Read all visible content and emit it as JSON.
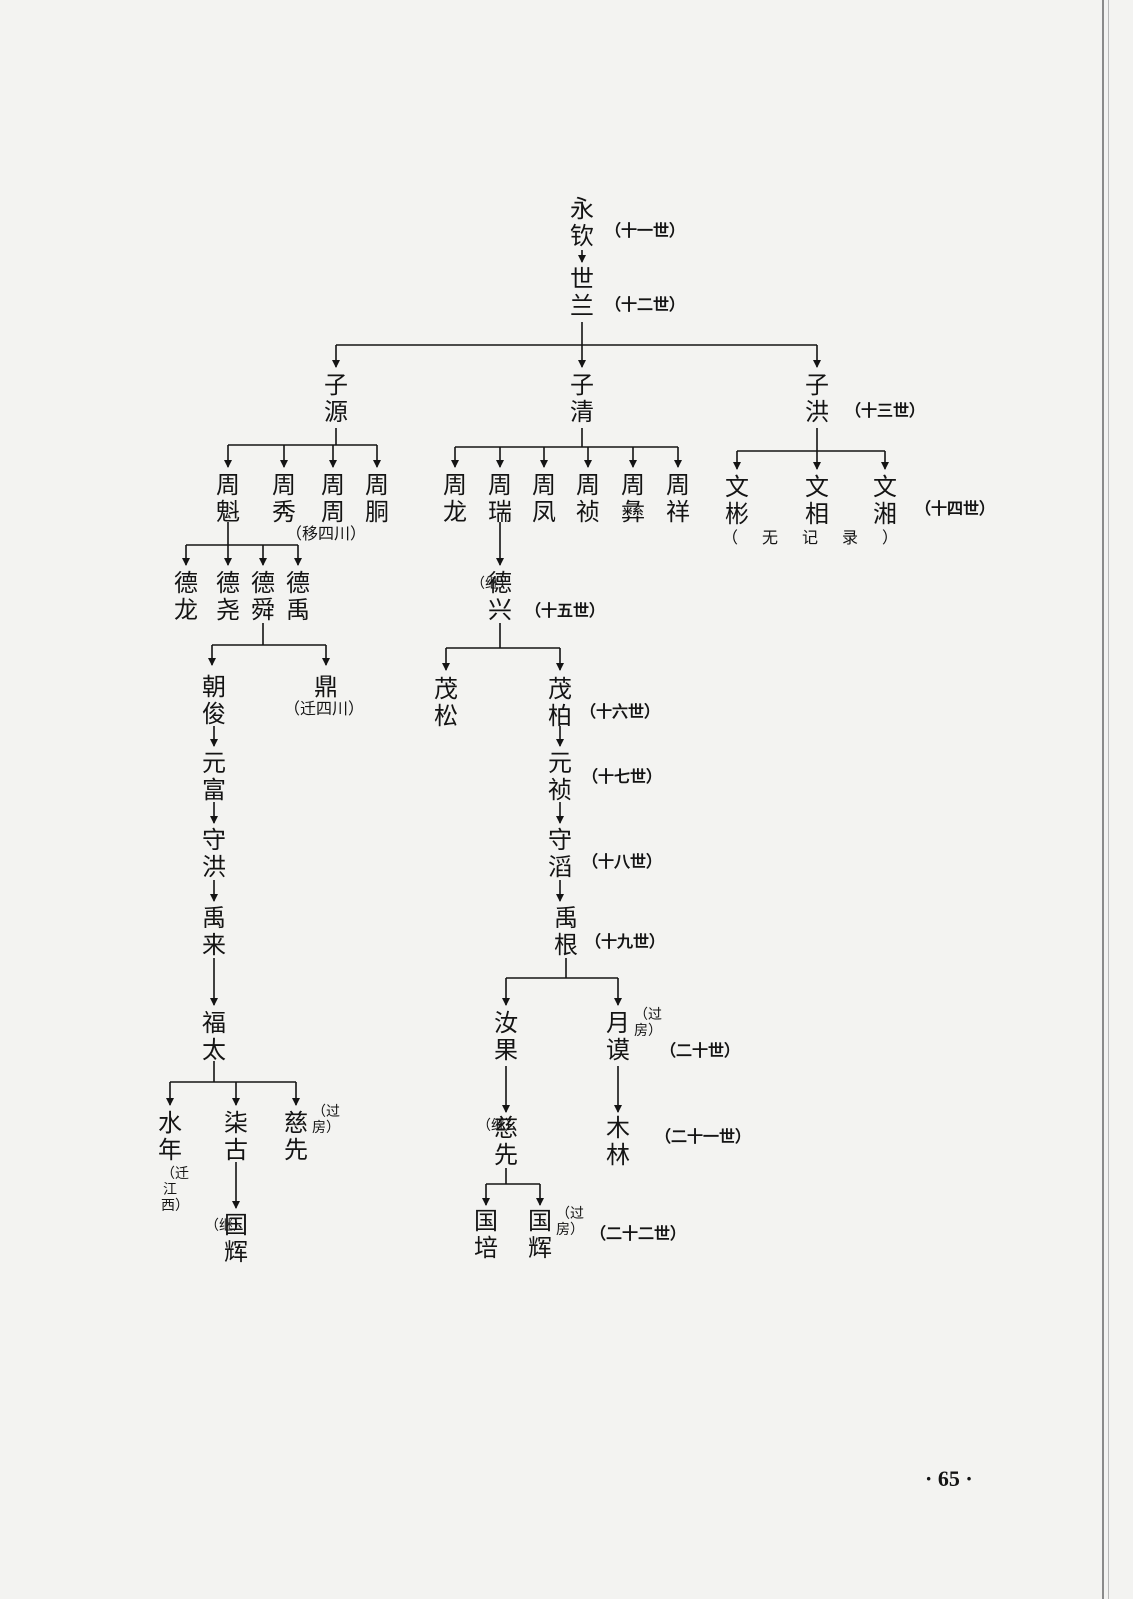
{
  "names": {
    "yongqin": "永钦",
    "shilan": "世兰",
    "ziyuan": "子源",
    "ziqing": "子清",
    "zihong": "子洪",
    "zhoukui": "周魁",
    "zhouxiu": "周秀",
    "zhouzhou": "周周",
    "zhoutong": "周胴",
    "zhoulong": "周龙",
    "zhourui": "周瑞",
    "zhoufeng": "周凤",
    "zhouzhen": "周祯",
    "zhoubi": "周彝",
    "zhouxiang": "周祥",
    "wenbin": "文彬",
    "wenxiang": "文相",
    "wenxiang2": "文湘",
    "delong": "德龙",
    "deyao": "德尧",
    "deshun": "德舜",
    "deyu": "德禹",
    "dexing": "德兴",
    "chaojun": "朝俊",
    "ding": "鼎",
    "maosong": "茂松",
    "maobai": "茂柏",
    "yuanfu": "元富",
    "yuanzhen": "元祯",
    "shouhong": "守洪",
    "shoudao": "守滔",
    "yulai": "禹来",
    "yugen": "禹根",
    "futai": "福太",
    "rugu": "汝果",
    "yuemo": "月谟",
    "shuinian": "水年",
    "chaigu": "柒古",
    "cixian_a": "慈先",
    "cixian_b": "慈先",
    "mulin": "木林",
    "guohui_a": "国辉",
    "guopei": "国培",
    "guohui_b": "国辉"
  },
  "generations": {
    "g11": "（十一世）",
    "g12": "（十二世）",
    "g13": "（十三世）",
    "g14": "（十四世）",
    "g15": "（十五世）",
    "g16": "（十六世）",
    "g17": "（十七世）",
    "g18": "（十八世）",
    "g19": "（十九世）",
    "g20": "（二十世）",
    "g21": "（二十一世）",
    "g22": "（二十二世）"
  },
  "notes": {
    "yi_sichuan": "（移四川）",
    "qian_sichuan": "（迁四川）",
    "wu_jilu": "（　无　记　录　）",
    "ji": "（继）",
    "guofang": "（过房）",
    "qian_jiangxi": "（迁江西）"
  },
  "page_number": "· 65 ·"
}
